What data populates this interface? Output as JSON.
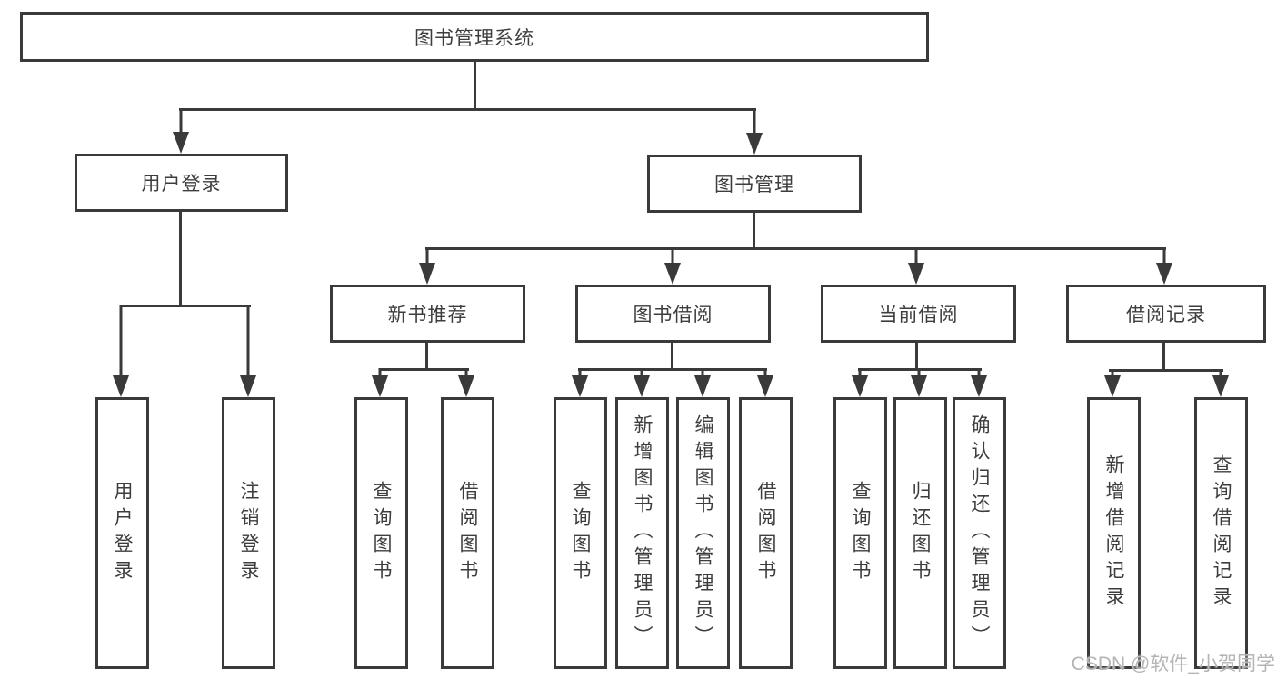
{
  "diagram": {
    "root": {
      "label": "图书管理系统"
    },
    "user_branch": {
      "label": "用户登录",
      "children": [
        {
          "label": "用户登录"
        },
        {
          "label": "注销登录"
        }
      ]
    },
    "mgmt_branch": {
      "label": "图书管理",
      "sections": [
        {
          "label": "新书推荐",
          "children": [
            {
              "label": "查询图书"
            },
            {
              "label": "借阅图书"
            }
          ]
        },
        {
          "label": "图书借阅",
          "children": [
            {
              "label": "查询图书"
            },
            {
              "label": "新增图书（管理员）"
            },
            {
              "label": "编辑图书（管理员）"
            },
            {
              "label": "借阅图书"
            }
          ]
        },
        {
          "label": "当前借阅",
          "children": [
            {
              "label": "查询图书"
            },
            {
              "label": "归还图书"
            },
            {
              "label": "确认归还（管理员）"
            }
          ]
        },
        {
          "label": "借阅记录",
          "children": [
            {
              "label": "新增借阅记录"
            },
            {
              "label": "查询借阅记录"
            }
          ]
        }
      ]
    },
    "watermark": "CSDN @软件_小贺同学"
  },
  "colors": {
    "line": "#3a3a3a",
    "text": "#3d3d3d",
    "watermark": "#b5b5b5",
    "background": "#ffffff"
  }
}
